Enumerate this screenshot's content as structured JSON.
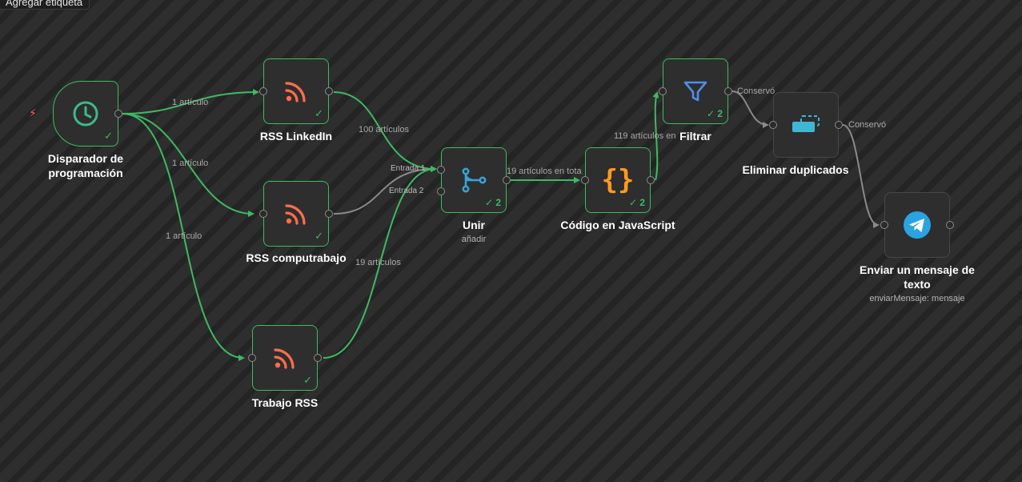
{
  "toolbar": {
    "add_tag_label": "Agregar etiqueta"
  },
  "colors": {
    "success": "#3dba63",
    "rss": "#ff6d4d",
    "merge": "#3aa3d1",
    "code": "#ff9a1f",
    "filter": "#4f8fea",
    "telegram": "#2aa3e0"
  },
  "nodes": {
    "trigger": {
      "title": "Disparador de programación",
      "icon": "clock-icon",
      "status": "✓"
    },
    "rss_linkedin": {
      "title": "RSS LinkedIn",
      "icon": "rss-icon",
      "status": "✓"
    },
    "rss_computrabajo": {
      "title": "RSS computrabajo",
      "icon": "rss-icon",
      "status": "✓"
    },
    "trabajo_rss": {
      "title": "Trabajo RSS",
      "icon": "rss-icon",
      "status": "✓"
    },
    "unir": {
      "title": "Unir",
      "subtitle": "añadir",
      "icon": "merge-icon",
      "badge": "✓ 2",
      "input1": "Entrada 1",
      "input2": "Entrada 2"
    },
    "codigo": {
      "title": "Código en JavaScript",
      "icon": "code-braces-icon",
      "badge": "✓ 2"
    },
    "filtrar": {
      "title": "Filtrar",
      "icon": "filter-icon",
      "badge": "✓ 2"
    },
    "eliminar": {
      "title": "Eliminar duplicados",
      "icon": "remove-duplicates-icon"
    },
    "enviar": {
      "title": "Enviar un mensaje de texto",
      "subtitle": "enviarMensaje: mensaje",
      "icon": "telegram-icon"
    }
  },
  "edges": {
    "trigger_to_linkedin": "1 artículo",
    "trigger_to_computrabajo": "1 artículo",
    "trigger_to_trabajo": "1 artículo",
    "linkedin_to_unir": "100 artículos",
    "trabajo_to_unir": "19 artículos",
    "unir_to_codigo": "19 artículos en tota",
    "codigo_to_filtrar": "119 artículos en",
    "filtrar_kept": "Conservó",
    "eliminar_kept": "Conservó"
  }
}
